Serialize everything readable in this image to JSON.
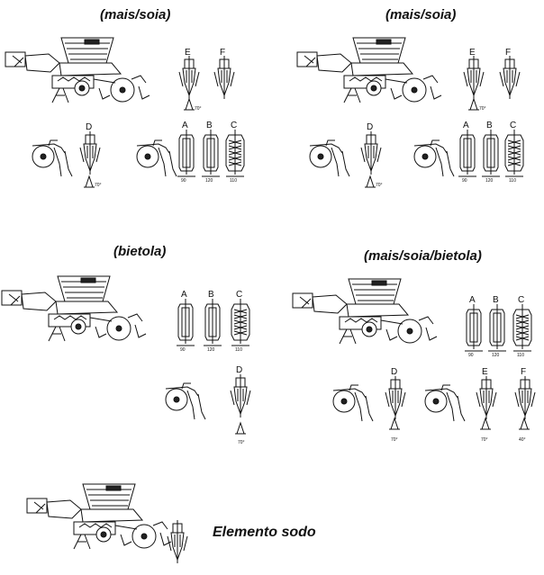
{
  "panels": {
    "top_left": {
      "title": "(mais/soia)"
    },
    "top_right": {
      "title": "(mais/soia)"
    },
    "mid_left": {
      "title": "(bietola)"
    },
    "mid_right": {
      "title": "(mais/soia/bietola)"
    },
    "bottom": {
      "title": "Elemento sodo"
    }
  },
  "labels": {
    "A": "A",
    "B": "B",
    "C": "C",
    "D": "D",
    "E": "E",
    "F": "F"
  },
  "dims": {
    "a": "90",
    "b": "120",
    "c": "110",
    "d_angle": "70°",
    "e_angle": "70°",
    "f_angle": "40°"
  }
}
